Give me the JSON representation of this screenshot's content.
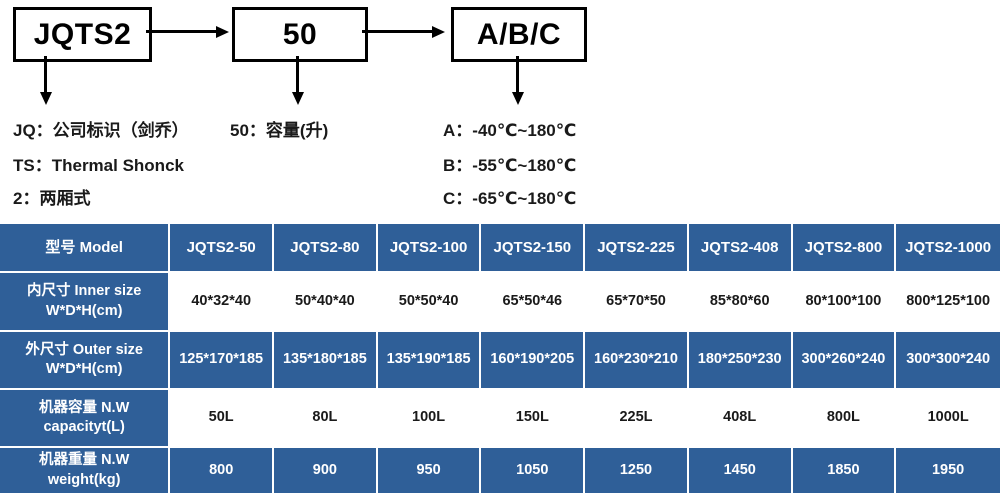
{
  "diagram": {
    "boxes": [
      {
        "name": "model-code",
        "label": "JQTS2"
      },
      {
        "name": "capacity-code",
        "label": "50"
      },
      {
        "name": "temperature-code",
        "label": "A/B/C"
      }
    ],
    "legend_left": [
      "JQ：公司标识（剑乔）",
      "TS：Thermal Shonck",
      "2：两厢式"
    ],
    "legend_middle": [
      "50：容量(升)"
    ],
    "legend_right": [
      "A：-40℃~180℃",
      "B：-55℃~180℃",
      "C：-65℃~180℃"
    ]
  },
  "table": {
    "row_headers": [
      {
        "line1": "型号 Model",
        "line2": ""
      },
      {
        "line1": "内尺寸 Inner size",
        "line2": "W*D*H(cm)"
      },
      {
        "line1": "外尺寸 Outer size",
        "line2": "W*D*H(cm)"
      },
      {
        "line1": "机器容量 N.W",
        "line2": "capacityt(L)"
      },
      {
        "line1": "机器重量 N.W",
        "line2": "weight(kg)"
      }
    ],
    "models": [
      "JQTS2-50",
      "JQTS2-80",
      "JQTS2-100",
      "JQTS2-150",
      "JQTS2-225",
      "JQTS2-408",
      "JQTS2-800",
      "JQTS2-1000"
    ],
    "inner_size": [
      "40*32*40",
      "50*40*40",
      "50*50*40",
      "65*50*46",
      "65*70*50",
      "85*80*60",
      "80*100*100",
      "800*125*100"
    ],
    "outer_size": [
      "125*170*185",
      "135*180*185",
      "135*190*185",
      "160*190*205",
      "160*230*210",
      "180*250*230",
      "300*260*240",
      "300*300*240"
    ],
    "capacity": [
      "50L",
      "80L",
      "100L",
      "150L",
      "225L",
      "408L",
      "800L",
      "1000L"
    ],
    "weight": [
      "800",
      "900",
      "950",
      "1050",
      "1250",
      "1450",
      "1850",
      "1950"
    ]
  },
  "colors": {
    "header_blue": "#2f5f98",
    "cell_white": "#ffffff",
    "text_dark": "#1a1a1a",
    "line_black": "#000000"
  }
}
